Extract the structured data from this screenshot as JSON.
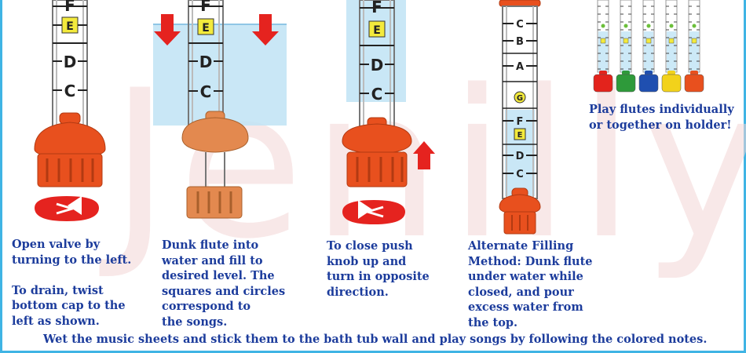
{
  "watermark": "Jenilly",
  "notes": {
    "F": "F",
    "E": "E",
    "D": "D",
    "C": "C",
    "B": "B",
    "A": "A",
    "G": "G"
  },
  "colors": {
    "text": "#1c3c9c",
    "border": "#3fb4e4",
    "water": "#bfe3f5",
    "cap": "#e8501e",
    "arrow": "#e5231f",
    "highlight": "#f3ea3c"
  },
  "captions": {
    "step1": {
      "line1": "Open valve by",
      "line2": "turning to the left.",
      "line3": "To drain, twist",
      "line4": "bottom cap to the",
      "line5": "left as shown."
    },
    "step2": {
      "line1": "Dunk flute into",
      "line2": "water and fill to",
      "line3": "desired level. The",
      "line4": "squares and circles",
      "line5": "correspond to",
      "line6": "the songs."
    },
    "step3": {
      "line1": "To close push",
      "line2": "knob up and",
      "line3": "turn in opposite",
      "line4": "direction."
    },
    "step4": {
      "line1": "Alternate Filling",
      "line2": "Method: Dunk flute",
      "line3": "under water while",
      "line4": "closed, and pour",
      "line5": "excess water from",
      "line6": "the top."
    },
    "step5": {
      "line1": "Play flutes individually",
      "line2": "or together on holder!"
    }
  },
  "footer": "Wet the music sheets and stick them to the bath tub wall and play songs by following the colored notes.",
  "mini_flutes": {
    "colors": [
      "#e3231c",
      "#2e9a3a",
      "#1f4fb0",
      "#f2d21b",
      "#e8501e"
    ]
  }
}
